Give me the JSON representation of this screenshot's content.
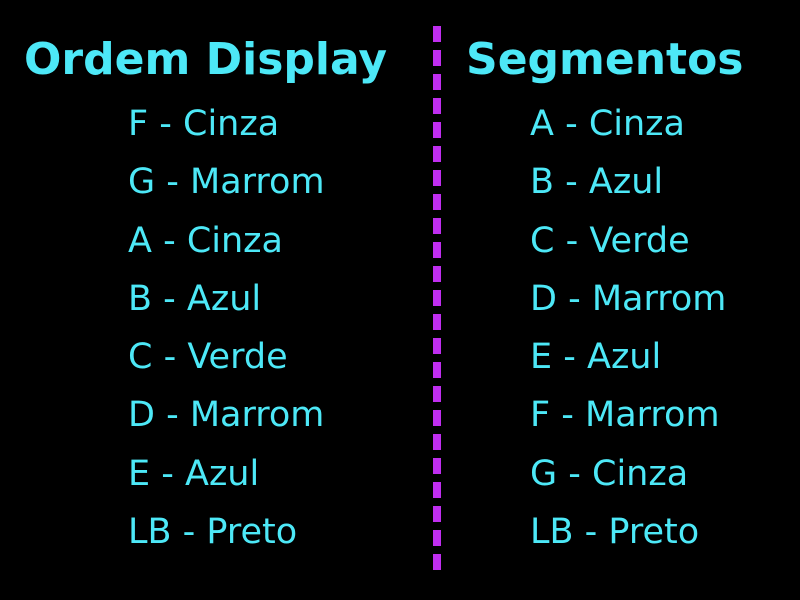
{
  "colors": {
    "background": "#000000",
    "text": "#4de8f7",
    "divider": "#c02ef0"
  },
  "left": {
    "heading": "Ordem Display",
    "items": [
      "F - Cinza",
      "G - Marrom",
      "A - Cinza",
      "B - Azul",
      "C - Verde",
      "D - Marrom",
      "E - Azul",
      "LB - Preto"
    ]
  },
  "right": {
    "heading": "Segmentos",
    "items": [
      "A - Cinza",
      "B - Azul",
      "C - Verde",
      "D - Marrom",
      "E - Azul",
      "F - Marrom",
      "G - Cinza",
      "LB - Preto"
    ]
  }
}
